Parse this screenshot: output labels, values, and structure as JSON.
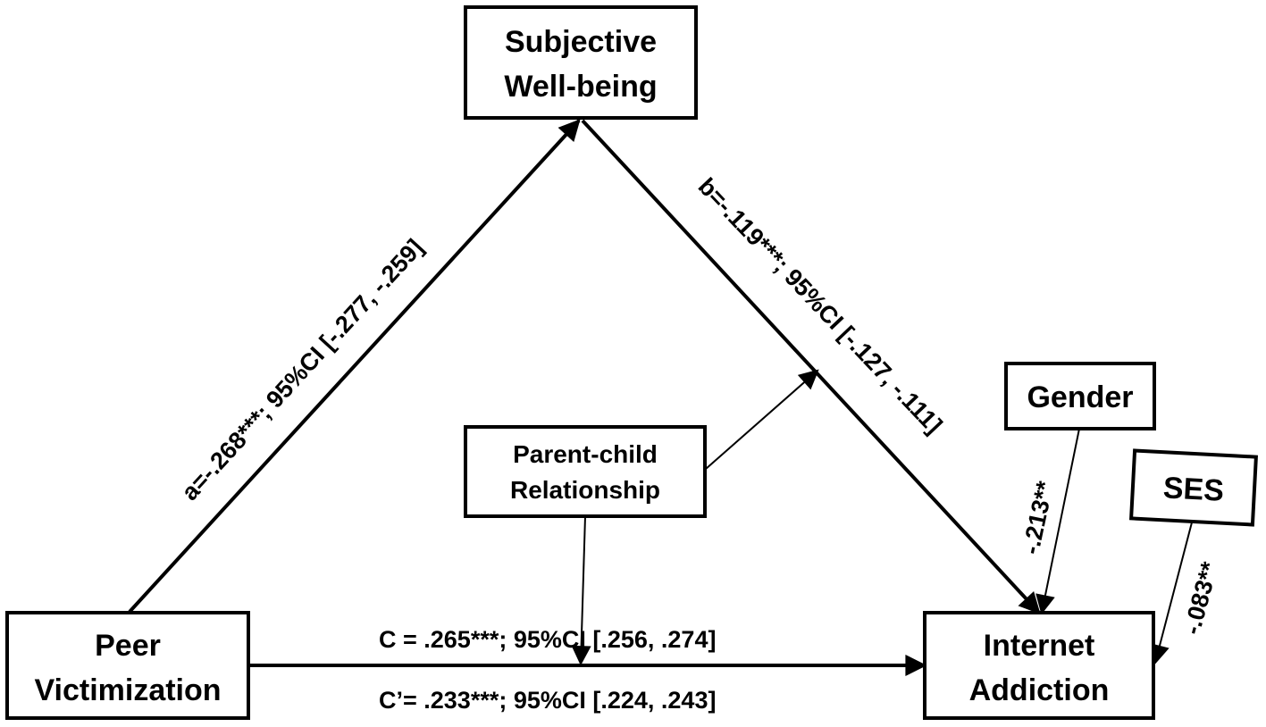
{
  "nodes": {
    "subjective_wellbeing": {
      "lines": [
        "Subjective",
        "Well-being"
      ]
    },
    "peer_victimization": {
      "lines": [
        "Peer",
        "Victimization"
      ]
    },
    "internet_addiction": {
      "lines": [
        "Internet",
        "Addiction"
      ]
    },
    "parent_child_relationship": {
      "lines": [
        "Parent-child",
        "Relationship"
      ]
    },
    "gender": {
      "lines": [
        "Gender"
      ]
    },
    "ses": {
      "lines": [
        "SES"
      ]
    }
  },
  "paths": {
    "a": "a=-.268***; 95%CI [-.277, -.259]",
    "b": "b=-.119***;  95%CI [-.127, -.111]",
    "c": "C = .265***; 95%CI [.256, .274]",
    "c_prime": "C’= .233***; 95%CI [.224, .243]",
    "gender_effect": "-.213**",
    "ses_effect": "-.083**"
  }
}
